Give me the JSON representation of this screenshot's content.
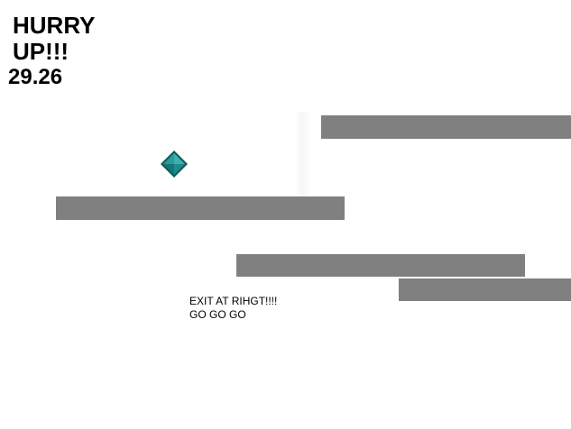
{
  "hud": {
    "title": "HURRY UP!!!",
    "timer": "29.26"
  },
  "hint": {
    "line1": "EXIT AT RIHGT!!!!",
    "line2": "GO GO GO"
  },
  "player": {
    "icon": "diamond-icon",
    "color": "#1f8a8a"
  },
  "colors": {
    "background": "#ffffff",
    "platform": "#808080",
    "text": "#000000"
  }
}
